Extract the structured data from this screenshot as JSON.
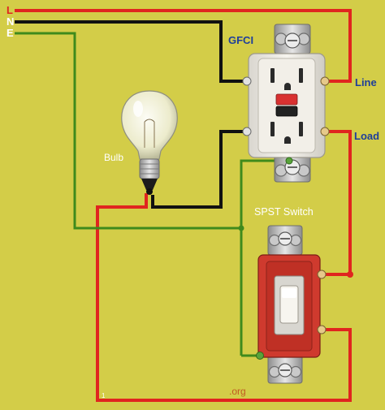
{
  "colors": {
    "background": "#d3cd48",
    "line_wire": "#e0251f",
    "neutral_wire": "#111111",
    "ground_wire": "#3f8a1c",
    "label_blue": "#1e3e9a",
    "switch_red": "#cf3a2e",
    "watermark": "#c05a22"
  },
  "conductors": {
    "line_letter": "L",
    "neutral_letter": "N",
    "earth_letter": "E"
  },
  "devices": {
    "gfci_label": "GFCI",
    "gfci_line_terminal": "Line",
    "gfci_load_terminal": "Load",
    "switch_label": "SPST Switch",
    "bulb_label": "Bulb"
  },
  "watermark_text": ".org",
  "corner_mark": "1",
  "icons": [
    "light-bulb-icon",
    "gfci-receptacle-icon",
    "spst-switch-icon"
  ]
}
